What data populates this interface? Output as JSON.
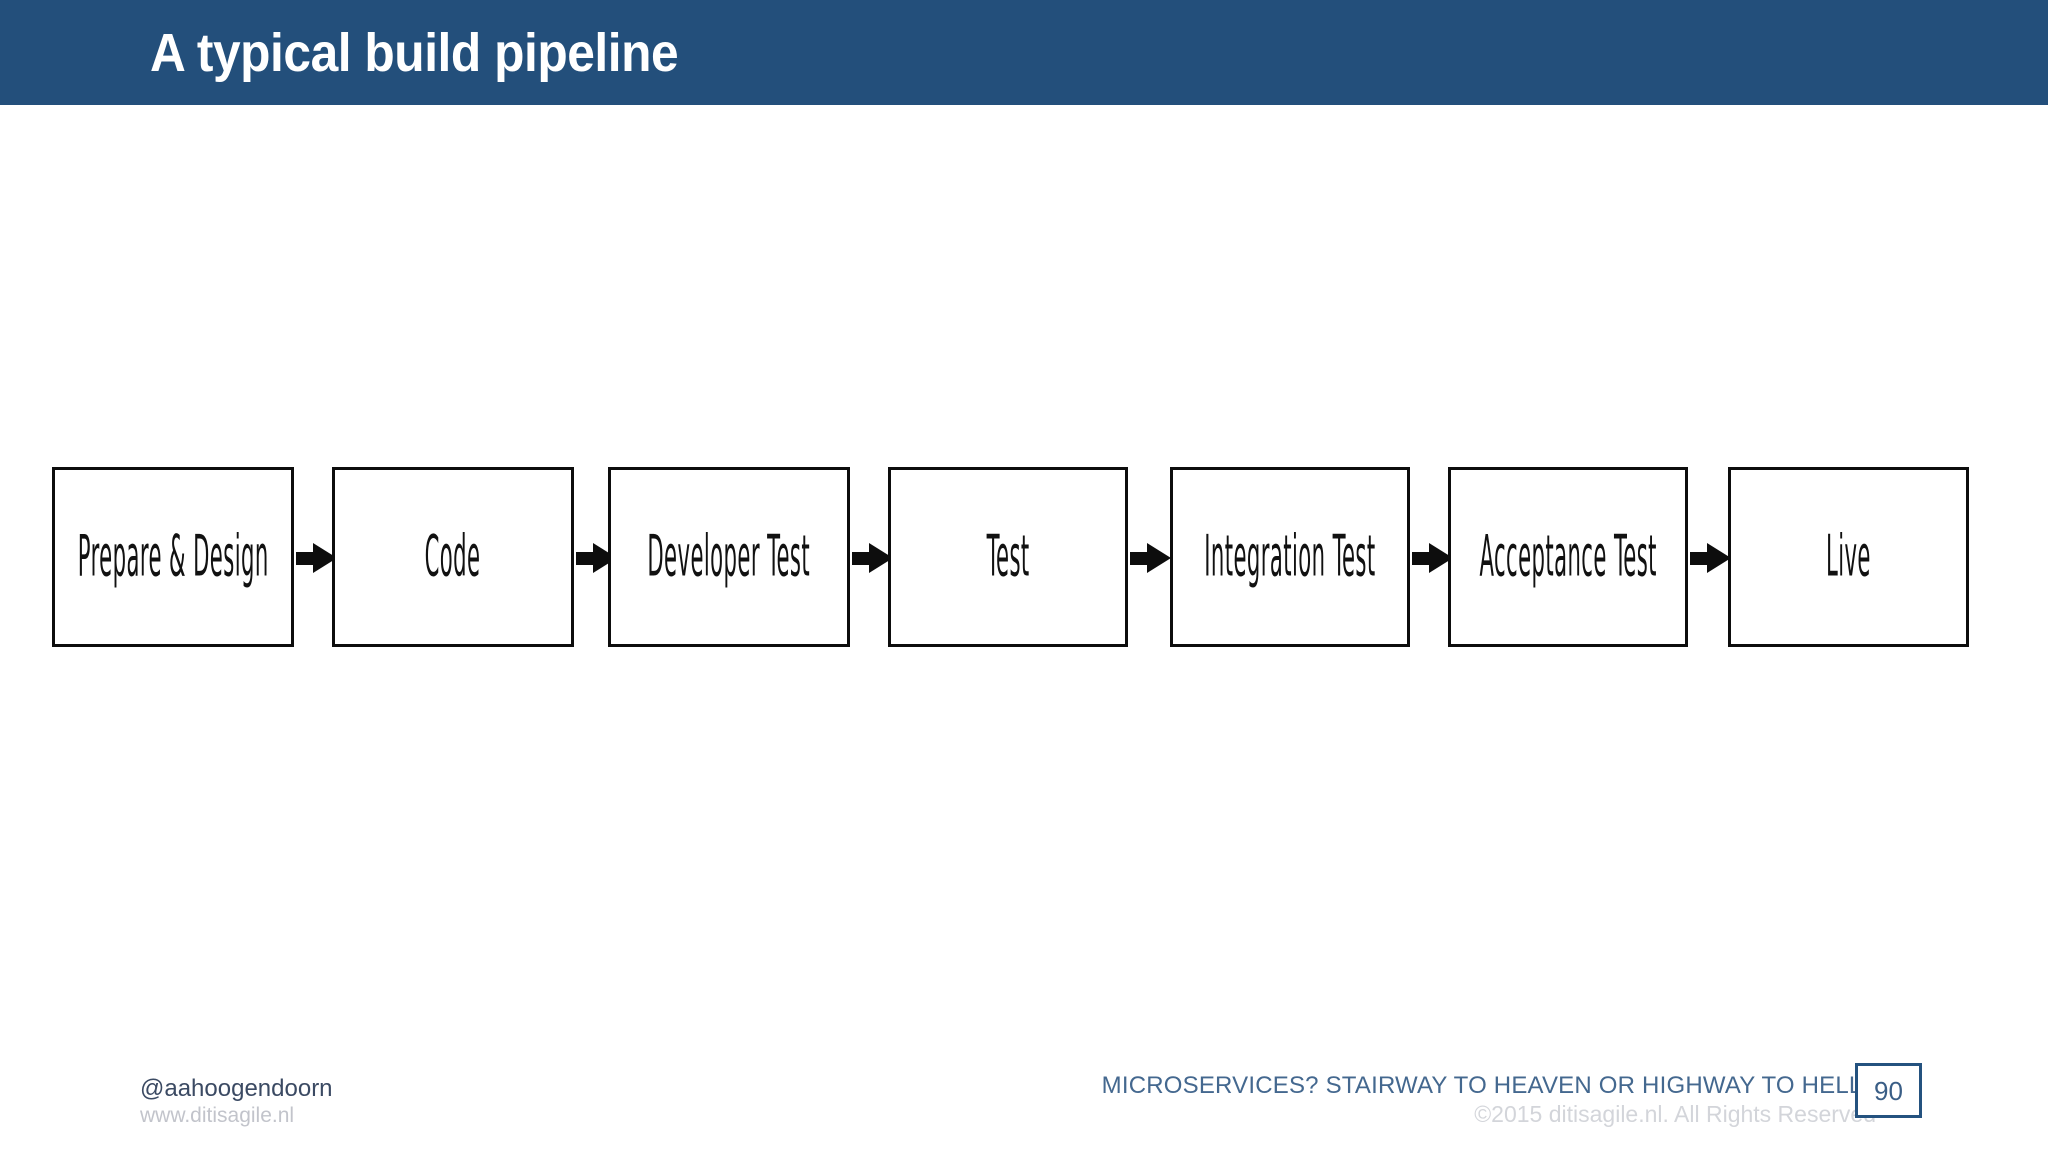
{
  "slide": {
    "title": "A typical build pipeline",
    "header_color": "#234f7b",
    "background_color": "#ffffff"
  },
  "diagram": {
    "type": "flow",
    "orientation": "horizontal",
    "connector": "arrow",
    "stages": [
      {
        "label": "Prepare & Design"
      },
      {
        "label": "Code"
      },
      {
        "label": "Developer Test"
      },
      {
        "label": "Test"
      },
      {
        "label": "Integration Test"
      },
      {
        "label": "Acceptance Test"
      },
      {
        "label": "Live"
      }
    ]
  },
  "footer": {
    "handle": "@aahoogendoorn",
    "website": "www.ditisagile.nl",
    "deck_title": "MICROSERVICES? STAIRWAY TO HEAVEN OR HIGHWAY TO HELL?",
    "copyright": "©2015 ditisagile.nl. All Rights Reserved",
    "page_number": "90",
    "accent_color": "#24527f"
  }
}
